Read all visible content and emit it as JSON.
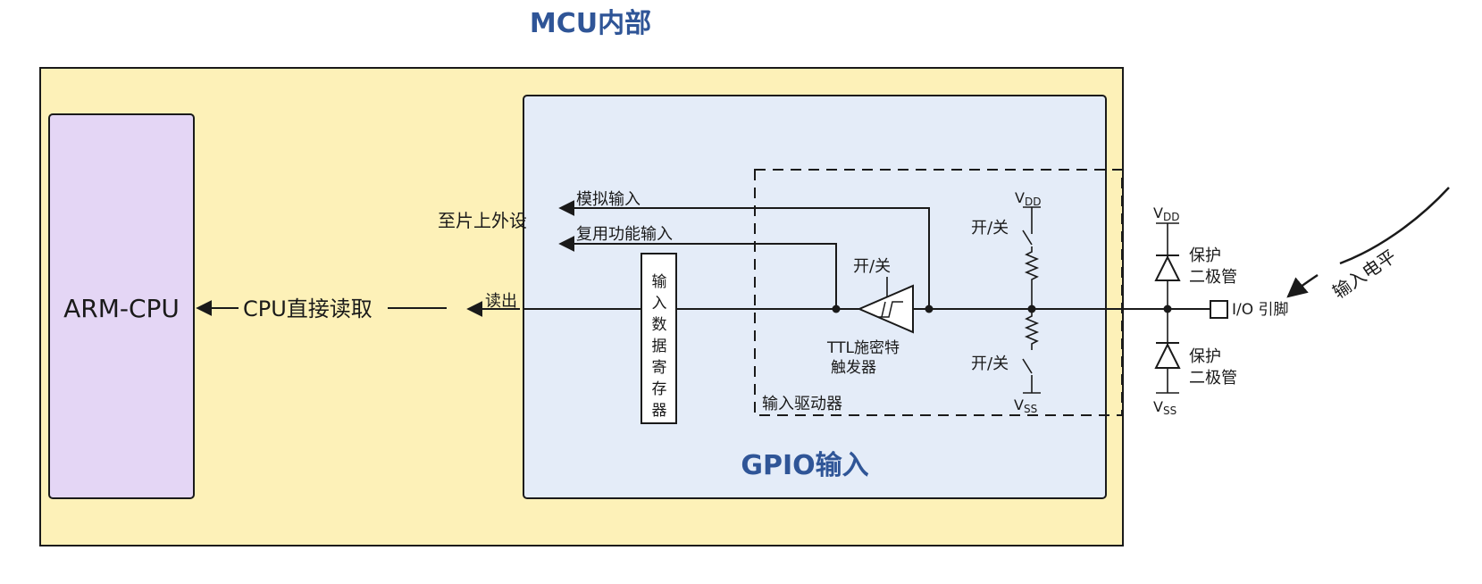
{
  "diagram_title": "MCU内部",
  "arm_cpu_label": "ARM-CPU",
  "cpu_read_label": "CPU直接读取",
  "read_out_label": "读出",
  "peripheral_label": "至片上外设",
  "analog_input_label": "模拟输入",
  "alt_function_label": "复用功能输入",
  "input_data_register_chars": [
    "输",
    "入",
    "数",
    "据",
    "寄",
    "存",
    "器"
  ],
  "trigger_switch_label": "开/关",
  "schmitt_trigger_line1": "TTL施密特",
  "schmitt_trigger_line2": "触发器",
  "input_driver_label": "输入驱动器",
  "gpio_input_label": "GPIO输入",
  "pull_up_switch_label": "开/关",
  "pull_down_switch_label": "开/关",
  "vdd_main": "V",
  "vdd_sub": "DD",
  "vss_main": "V",
  "vss_sub": "SS",
  "protection_diode_top_line1": "保护",
  "protection_diode_top_line2": "二极管",
  "protection_diode_bottom_line1": "保护",
  "protection_diode_bottom_line2": "二极管",
  "io_pin_label": "I/O 引脚",
  "input_level_label": "输入电平",
  "colors": {
    "mcu_background": "#fdf1b8",
    "cpu_fill": "#e4d6f5",
    "gpio_fill": "#e4ecf8",
    "title_blue": "#2f5597"
  }
}
